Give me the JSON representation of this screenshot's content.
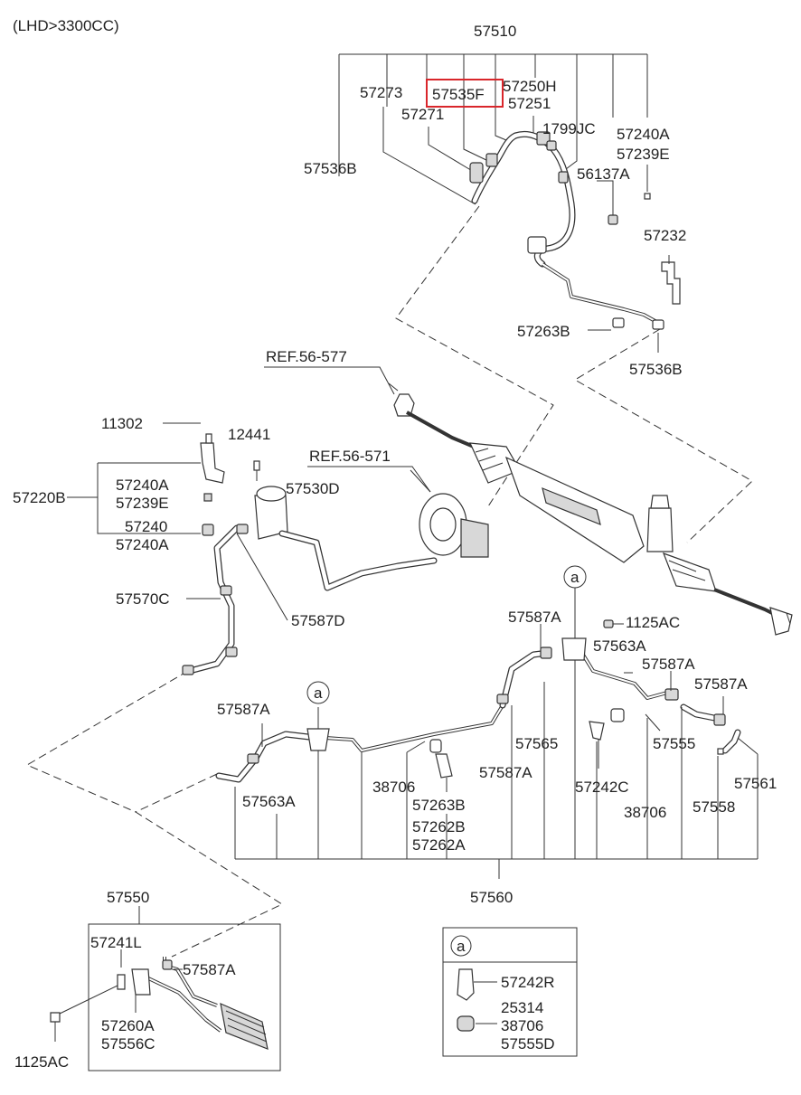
{
  "header": {
    "note": "(LHD>3300CC)"
  },
  "callouts": {
    "c57510": "57510",
    "c57273": "57273",
    "c57535F": "57535F",
    "c57250H": "57250H",
    "c57251": "57251",
    "c57271": "57271",
    "c1799JC": "1799JC",
    "c57240A_top": "57240A",
    "c57239E_top": "57239E",
    "c56137A": "56137A",
    "c57536B_top": "57536B",
    "c57232": "57232",
    "c57263B_top": "57263B",
    "c57536B_right": "57536B",
    "ref56577": "REF.56-577",
    "c11302": "11302",
    "c12441": "12441",
    "ref56571": "REF.56-571",
    "c57530D": "57530D",
    "c57220B": "57220B",
    "c57240A_mid": "57240A",
    "c57239E_mid": "57239E",
    "c57240": "57240",
    "c57240A_mid2": "57240A",
    "c57570C": "57570C",
    "c57587D": "57587D",
    "a_mid": "a",
    "c57587A_1": "57587A",
    "c1125AC_top": "1125AC",
    "c57563A_r": "57563A",
    "c57587A_2": "57587A",
    "c57587A_3": "57587A",
    "a_left": "a",
    "c57587A_left": "57587A",
    "c57565": "57565",
    "c57555": "57555",
    "c57242C": "57242C",
    "c57587A_4": "57587A",
    "c38706_l": "38706",
    "c57561": "57561",
    "c57563A_l": "57563A",
    "c57263B_b": "57263B",
    "c38706_r": "38706",
    "c57558": "57558",
    "c57262B": "57262B",
    "c57262A": "57262A",
    "c57560": "57560",
    "c57550": "57550",
    "c57241L": "57241L",
    "c57587A_5": "57587A",
    "c57260A": "57260A",
    "c57556C": "57556C",
    "c1125AC_b": "1125AC"
  },
  "detail_a": {
    "key": "a",
    "c57242R": "57242R",
    "c25314": "25314",
    "c38706": "38706",
    "c57555D": "57555D"
  },
  "highlight": {
    "part": "57535F",
    "color": "#d9262b"
  }
}
